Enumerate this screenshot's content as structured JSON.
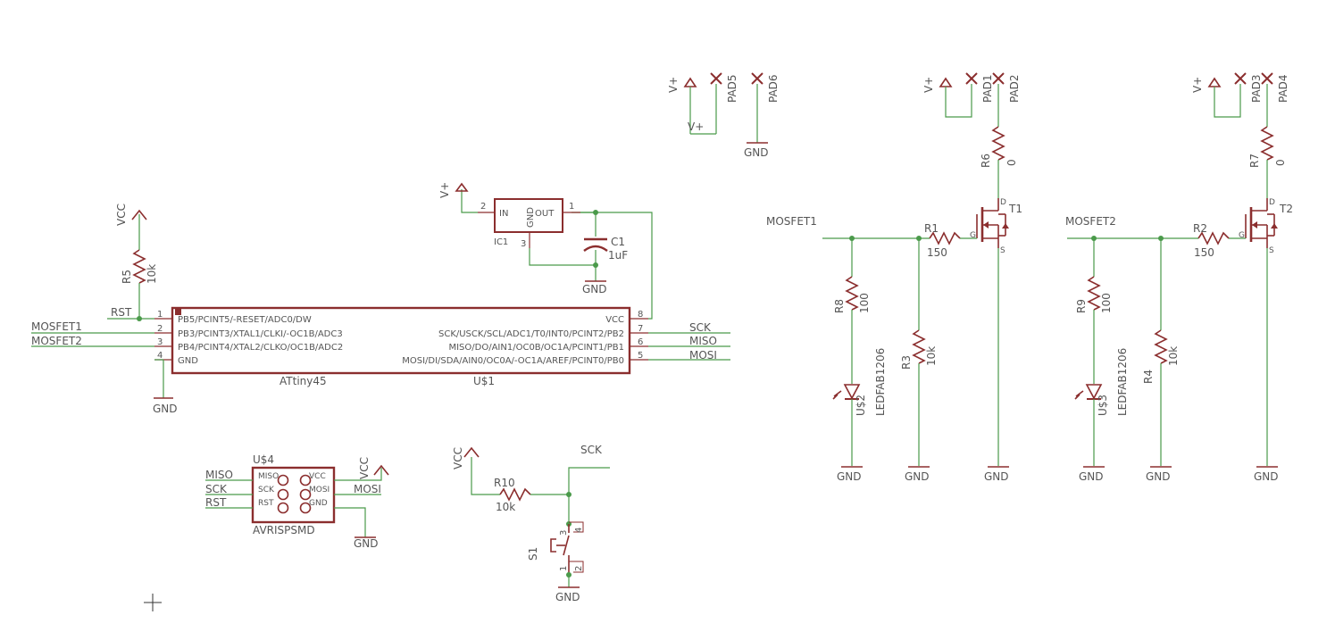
{
  "colors": {
    "wire": "#4a9a4a",
    "part": "#8b2e2e",
    "text": "#555555",
    "background": "#ffffff"
  },
  "supplies": {
    "vplus": "V+",
    "vcc": "VCC",
    "gnd": "GND"
  },
  "pads": [
    "PAD1",
    "PAD2",
    "PAD3",
    "PAD4",
    "PAD5",
    "PAD6"
  ],
  "nets": {
    "mosfet1": "MOSFET1",
    "mosfet2": "MOSFET2",
    "rst": "RST",
    "sck": "SCK",
    "miso": "MISO",
    "mosi": "MOSI"
  },
  "mcu": {
    "name": "U$1",
    "value": "ATtiny45",
    "left_pins": [
      {
        "num": "1",
        "label": "PB5/PCINT5/-RESET/ADC0/DW"
      },
      {
        "num": "2",
        "label": "PB3/PCINT3/XTAL1/CLKI/-OC1B/ADC3"
      },
      {
        "num": "3",
        "label": "PB4/PCINT4/XTAL2/CLKO/OC1B/ADC2"
      },
      {
        "num": "4",
        "label": "GND"
      }
    ],
    "right_pins": [
      {
        "num": "8",
        "label": "VCC"
      },
      {
        "num": "7",
        "label": "SCK/USCK/SCL/ADC1/T0/INT0/PCINT2/PB2"
      },
      {
        "num": "6",
        "label": "MISO/DO/AIN1/OC0B/OC1A/PCINT1/PB1"
      },
      {
        "num": "5",
        "label": "MOSI/DI/SDA/AIN0/OC0A/-OC1A/AREF/PCINT0/PB0"
      }
    ]
  },
  "regulator": {
    "name": "IC1",
    "in": "IN",
    "out": "OUT",
    "gnd": "GND",
    "pin_in": "2",
    "pin_out": "1",
    "pin_gnd": "3"
  },
  "capacitor": {
    "name": "C1",
    "value": "1uF"
  },
  "isp": {
    "name": "U$4",
    "value": "AVRISPSMD",
    "pins": [
      "MISO",
      "SCK",
      "RST",
      "VCC",
      "MOSI",
      "GND"
    ]
  },
  "switch": {
    "name": "S1",
    "pins": [
      "1",
      "2",
      "3",
      "4"
    ]
  },
  "resistors": {
    "r1": {
      "name": "R1",
      "value": "150"
    },
    "r2": {
      "name": "R2",
      "value": "150"
    },
    "r3": {
      "name": "R3",
      "value": "10k"
    },
    "r4": {
      "name": "R4",
      "value": "10k"
    },
    "r5": {
      "name": "R5",
      "value": "10k"
    },
    "r6": {
      "name": "R6",
      "value": "0"
    },
    "r7": {
      "name": "R7",
      "value": "0"
    },
    "r8": {
      "name": "R8",
      "value": "100"
    },
    "r9": {
      "name": "R9",
      "value": "100"
    },
    "r10": {
      "name": "R10",
      "value": "10k"
    }
  },
  "leds": {
    "u2": {
      "name": "U$2",
      "value": "LEDFAB1206"
    },
    "u3": {
      "name": "U$3",
      "value": "LEDFAB1206"
    }
  },
  "mosfets": {
    "t1": {
      "name": "T1",
      "g": "G",
      "d": "D",
      "s": "S"
    },
    "t2": {
      "name": "T2",
      "g": "G",
      "d": "D",
      "s": "S"
    }
  }
}
